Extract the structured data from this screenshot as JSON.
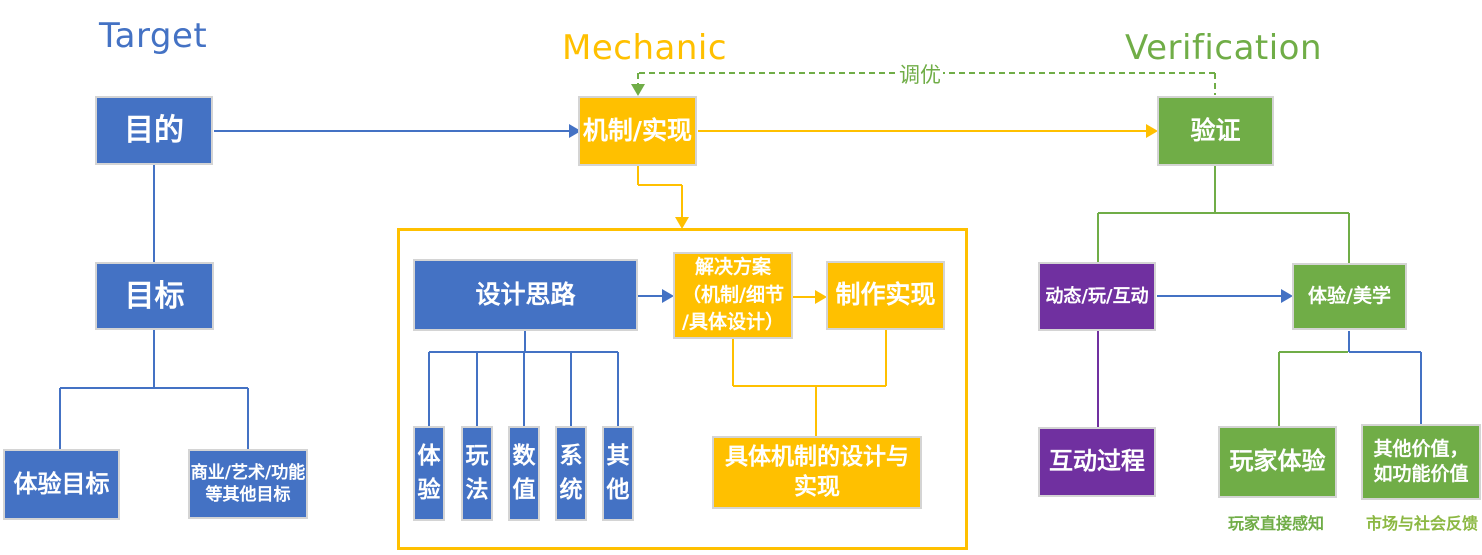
{
  "diagram": {
    "target": {
      "title": "Target",
      "purpose": "目的",
      "goal": "目标",
      "experience_goal": "体验目标",
      "other_goals": "商业/艺术/功能\n等其他目标"
    },
    "mechanic": {
      "title": "Mechanic",
      "main": "机制/实现",
      "design_idea": "设计思路",
      "solution": "解决方案\n（机制/细节\n/具体设计）",
      "production": "制作实现",
      "aspects": [
        "体验",
        "玩法",
        "数值",
        "系统",
        "其他"
      ],
      "concrete": "具体机制的设计与\n实现"
    },
    "verification": {
      "title": "Verification",
      "main": "验证",
      "dynamics": "动态/玩/互动",
      "aesthetics": "体验/美学",
      "interaction_process": "互动过程",
      "player_experience": "玩家体验",
      "other_value": "其他价值，\n如功能价值",
      "caption_player": "玩家直接感知",
      "caption_market": "市场与社会反馈"
    },
    "feedback_label": "调优",
    "colors": {
      "blue": "#4472C4",
      "yellow": "#FFC000",
      "green": "#70AD47",
      "purple": "#7030A0"
    }
  }
}
